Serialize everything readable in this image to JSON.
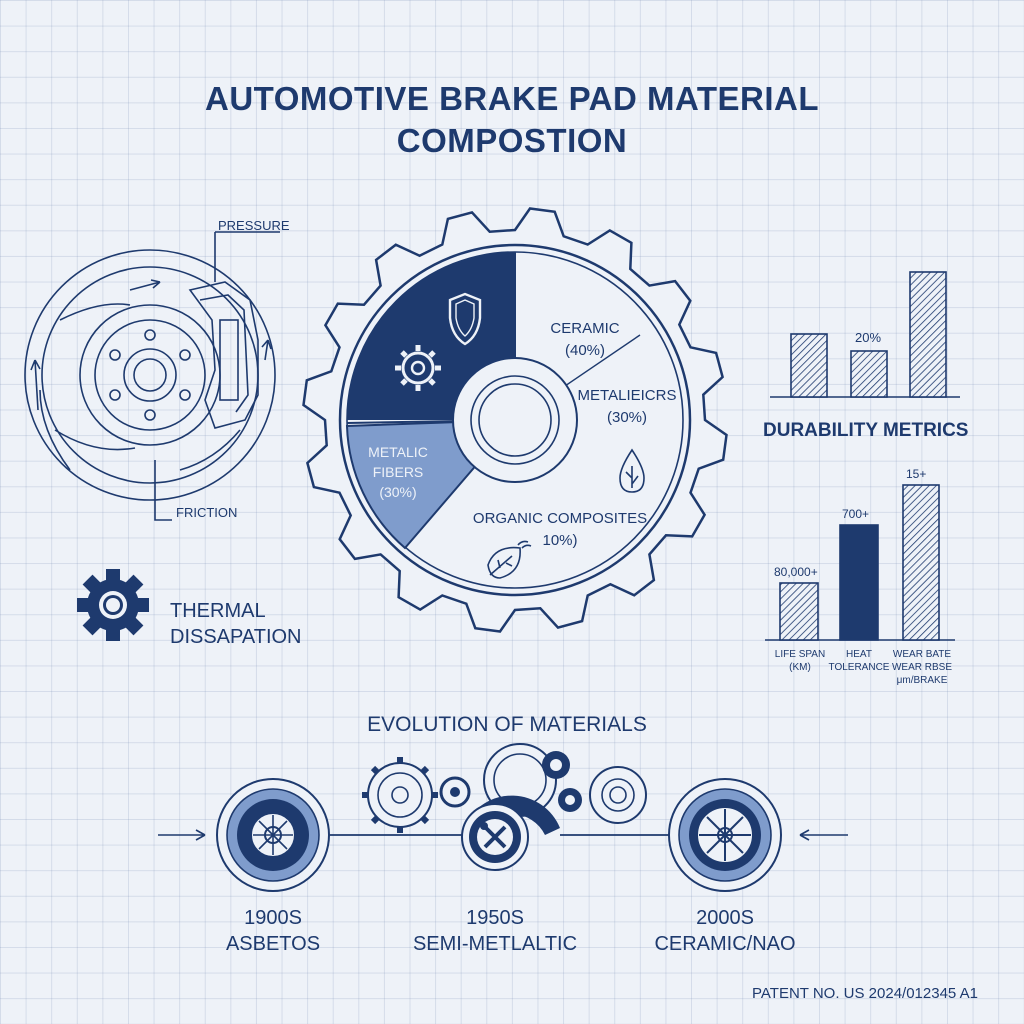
{
  "title": {
    "line1": "AUTOMOTIVE BRAKE PAD MATERIAL",
    "line2": "COMPOSTION"
  },
  "brake": {
    "pressure": "PRESSURE",
    "friction": "FRICTION"
  },
  "thermal": {
    "line1": "THERMAL",
    "line2": "DISSAPATION"
  },
  "composition": {
    "ceramic": {
      "name": "CERAMIC",
      "pct": "(40%)"
    },
    "metallic_right": {
      "name": "METALIEICRS",
      "pct": "(30%)"
    },
    "metallic_left": {
      "line1": "METALIC",
      "line2": "FIBERS",
      "pct": "(30%)"
    },
    "organic": {
      "name": "ORGANIC COMPOSITES",
      "pct": "10%)"
    }
  },
  "durability": {
    "title": "DURABILITY METRICS",
    "top_label": "20%",
    "bars": [
      {
        "label": "80,000+",
        "cat1": "LIFE SPAN",
        "cat2": "(KM)"
      },
      {
        "label": "700+",
        "cat1": "HEAT",
        "cat2": "TOLERANCE"
      },
      {
        "label": "15+",
        "cat1": "WEAR BATE",
        "cat2": "WEAR RBSE",
        "cat3": "μm/BRAKE"
      }
    ]
  },
  "evolution": {
    "title": "EVOLUTION OF MATERIALS",
    "eras": [
      {
        "year": "1900s",
        "name": "ASBETOS"
      },
      {
        "year": "1950s",
        "name": "SEMI-METLALTIC"
      },
      {
        "year": "2000s",
        "name": "CERAMIC/NAO"
      }
    ]
  },
  "patent": "PATENT NO. US 2024/012345 A1",
  "colors": {
    "navy": "#1e3a6e",
    "light": "#7f9ccc",
    "bg": "#eef2f8"
  }
}
